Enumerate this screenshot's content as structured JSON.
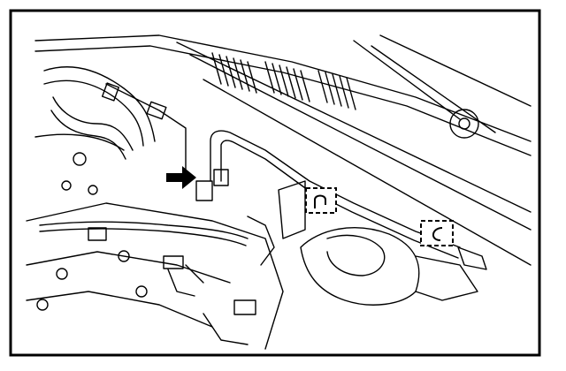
{
  "figure": {
    "kind": "line-art service illustration",
    "frame_color": "#000000",
    "background": "#ffffff",
    "callouts": [
      {
        "name": "clip-callout-left",
        "icon": "clamp-clip-icon"
      },
      {
        "name": "clip-callout-right",
        "icon": "clamp-clip-icon"
      }
    ],
    "pointer": {
      "icon": "solid-arrow-right-icon",
      "color": "#000000"
    }
  }
}
